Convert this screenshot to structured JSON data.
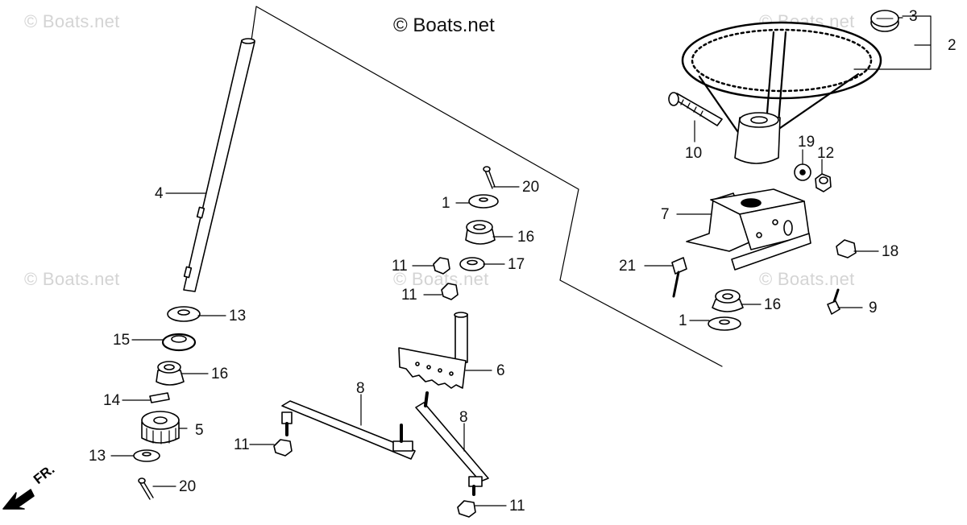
{
  "copyright": "© Boats.net",
  "watermarks": [
    "© Boats.net",
    "© Boats.net",
    "© Boats.net",
    "© Boats.net",
    "© Boats.net",
    "© Boats.net"
  ],
  "front_indicator": "FR.",
  "callouts": [
    "1",
    "1",
    "2",
    "3",
    "4",
    "5",
    "6",
    "7",
    "8",
    "8",
    "9",
    "10",
    "11",
    "11",
    "11",
    "11",
    "12",
    "13",
    "13",
    "14",
    "15",
    "16",
    "16",
    "16",
    "17",
    "18",
    "19",
    "20",
    "20",
    "21"
  ]
}
